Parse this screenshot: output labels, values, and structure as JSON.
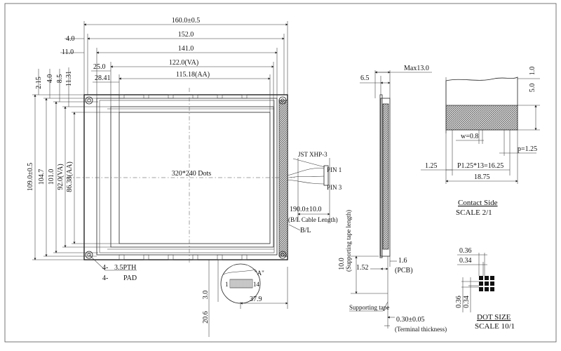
{
  "front_view": {
    "width_overall": "160.0±0.5",
    "width_152": "152.0",
    "width_141": "141.0",
    "width_va": "122.0(VA)",
    "width_aa": "115.18(AA)",
    "offset_4": "4.0",
    "offset_11": "11.0",
    "offset_25": "25.0",
    "offset_2841": "28.41",
    "height_overall": "109.0±0.5",
    "height_1047": "104.7",
    "height_101": "101.0",
    "height_va": "92.0(VA)",
    "height_aa": "86.38(AA)",
    "v_215": "2.15",
    "v_40": "4.0",
    "v_85": "8.5",
    "v_1131": "11.31",
    "center_label": "320*240 Dots",
    "connector": "JST XHP-3",
    "pin1": "PIN 1",
    "pin3": "PIN 3",
    "cable_length": "190.0±10.0",
    "cable_caption": "(B/L Cable Length)",
    "bl_label": "B/L",
    "hole_qty_1": "4-",
    "hole_spec_1": "3.5PTH",
    "hole_qty_2": "4-",
    "hole_spec_2": "PAD",
    "dim_206": "20.6",
    "dim_30": "3.0",
    "detail_a": "\"A\"",
    "detail_pin_1": "1",
    "detail_pin_14": "14",
    "dim_379": "37.9"
  },
  "side_view": {
    "max_thickness": "Max13.0",
    "dim_65": "6.5",
    "dim_16": "1.6",
    "pcb": "(PCB)",
    "dim_152": "1.52",
    "dim_100": "10.0",
    "tape_length": "(Supporting tape length)",
    "tape": "Supporting tape",
    "terminal": "0.30±0.05",
    "terminal_caption": "(Terminal thickness)"
  },
  "contact_side": {
    "dim_50": "5.0",
    "dim_10": "1.0",
    "w": "w=0.8",
    "p": "p=1.25",
    "dim_125": "1.25",
    "pitch": "P1.25*13=16.25",
    "total": "18.75",
    "title": "Contact Side",
    "scale": "SCALE 2/1"
  },
  "dot_size": {
    "w1": "0.36",
    "w2": "0.34",
    "h1": "0.36",
    "h2": "0.34",
    "title": "DOT SIZE",
    "scale": "SCALE 10/1"
  }
}
